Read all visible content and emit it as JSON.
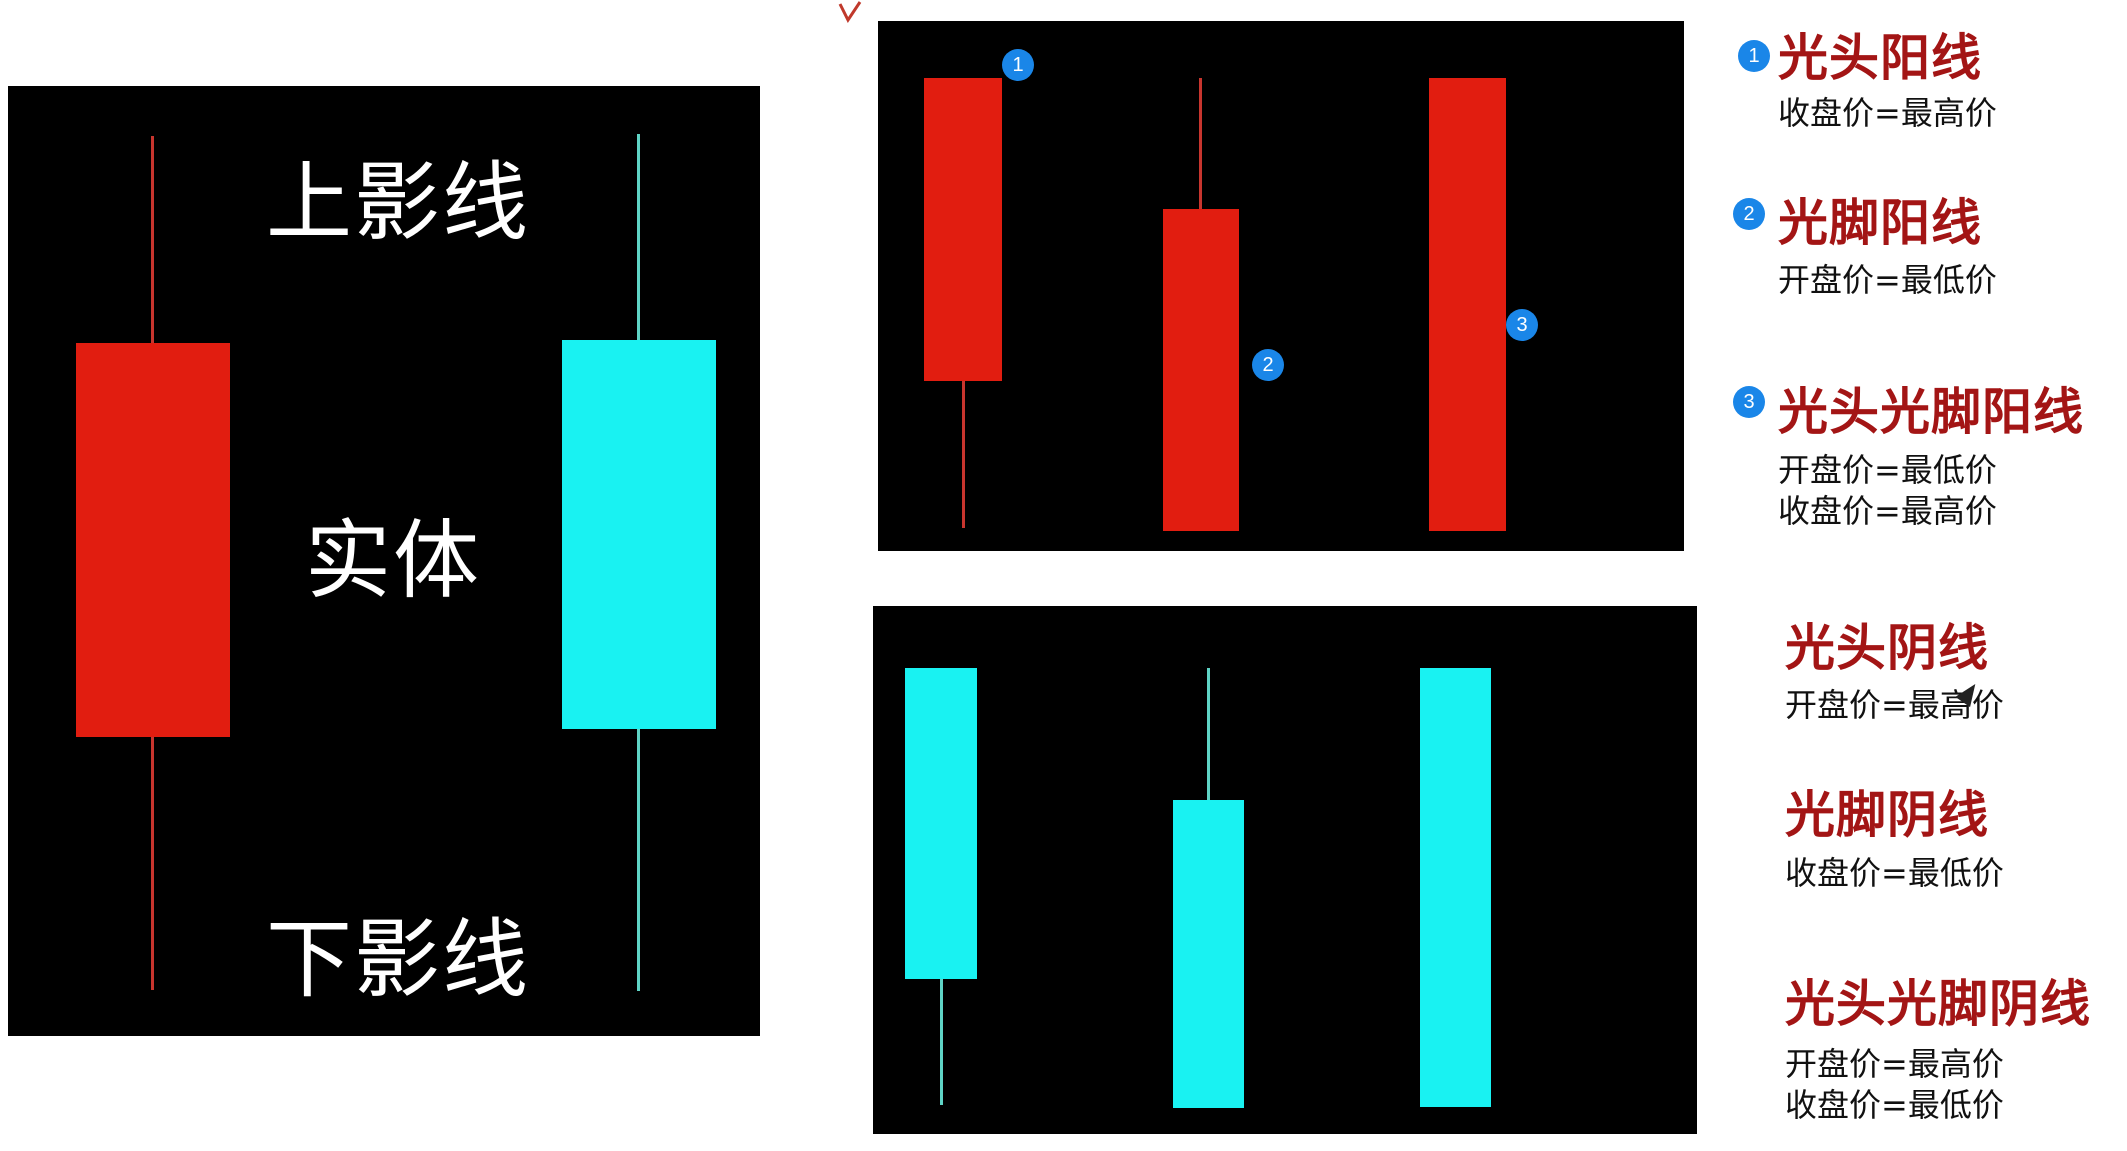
{
  "left_diagram": {
    "upper_shadow_label": "上影线",
    "body_label": "实体",
    "lower_shadow_label": "下影线"
  },
  "markers": [
    "1",
    "2",
    "3"
  ],
  "bullish_types": [
    {
      "marker": "1",
      "title": "光头阳线",
      "notes": [
        "收盘价=最高价"
      ]
    },
    {
      "marker": "2",
      "title": "光脚阳线",
      "notes": [
        "开盘价=最低价"
      ]
    },
    {
      "marker": "3",
      "title": "光头光脚阳线",
      "notes": [
        "开盘价=最低价",
        "收盘价=最高价"
      ]
    }
  ],
  "bearish_types": [
    {
      "title": "光头阴线",
      "notes": [
        "开盘价=最高价"
      ]
    },
    {
      "title": "光脚阴线",
      "notes": [
        "收盘价=最低价"
      ]
    },
    {
      "title": "光头光脚阴线",
      "notes": [
        "开盘价=最高价",
        "收盘价=最低价"
      ]
    }
  ],
  "colors": {
    "bullish": "#e11d10",
    "bearish": "#19f2f2",
    "title_text": "#a31515",
    "marker": "#1a86e8",
    "panel_background": "#000000"
  }
}
